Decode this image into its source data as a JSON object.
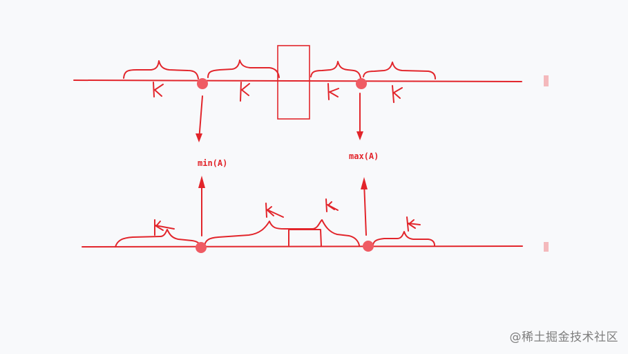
{
  "colors": {
    "ink": "#e2252b",
    "dot": "#ef5b63",
    "background": "#f8f9fb",
    "watermark": "#7e7e7e"
  },
  "labels": {
    "min": "min(A)",
    "max": "max(A)",
    "k": "k"
  },
  "watermark": "@稀土掘金技术社区"
}
